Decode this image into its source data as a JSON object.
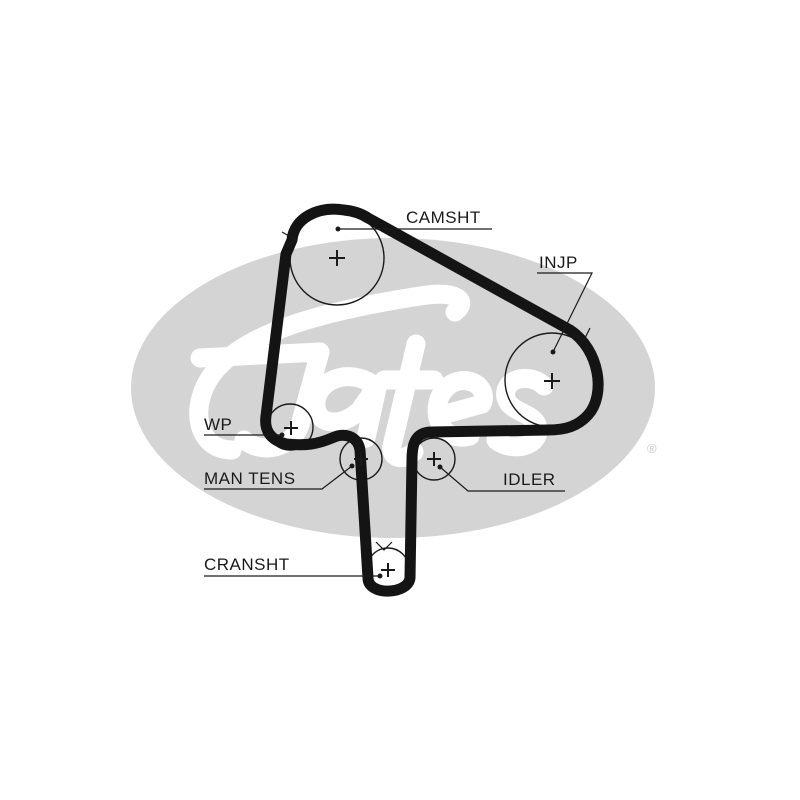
{
  "diagram": {
    "brand_mark": "Gates",
    "brand_color": "#d4d4d4",
    "belt_color": "#141414",
    "registered_symbol": "®",
    "labels": {
      "camsht": "CAMSHT",
      "injp": "INJP",
      "wp": "WP",
      "man_tens": "MAN TENS",
      "idler": "IDLER",
      "cransht": "CRANSHT"
    }
  }
}
